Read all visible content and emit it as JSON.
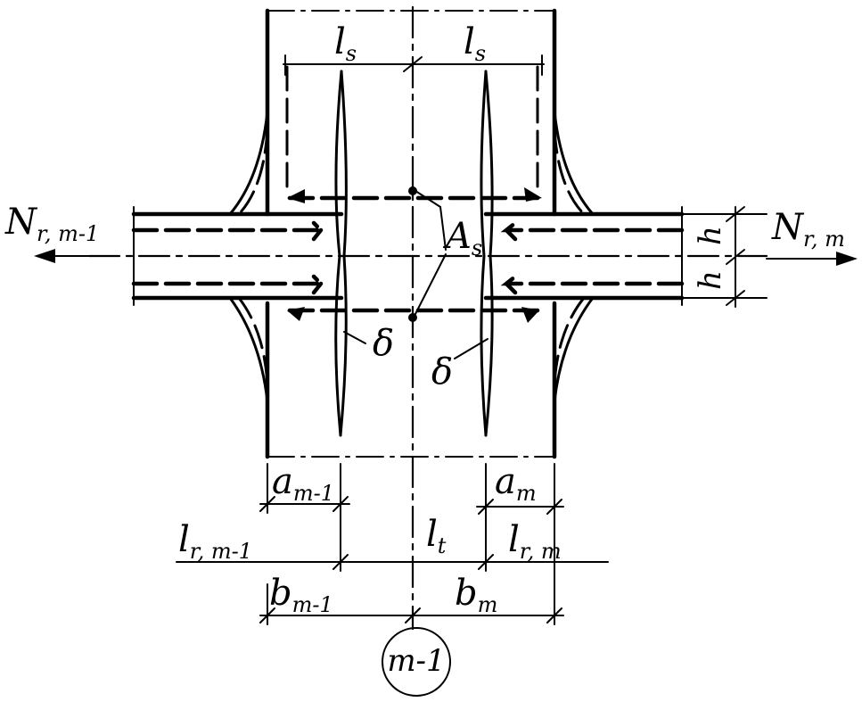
{
  "labels": {
    "ls_left": "l",
    "ls_left_sub": "s",
    "ls_right": "l",
    "ls_right_sub": "s",
    "force_left": "N",
    "force_left_sub": "r, m-1",
    "force_right": "N",
    "force_right_sub": "r, m",
    "as": "A",
    "as_sub": "s",
    "h_top": "h",
    "h_bottom": "h",
    "delta_left": "δ",
    "delta_right": "δ",
    "a_left": "a",
    "a_left_sub": "m-1",
    "a_right": "a",
    "a_right_sub": "m",
    "lr_left": "l",
    "lr_left_sub": "r, m-1",
    "lt": "l",
    "lt_sub": "t",
    "lr_right": "l",
    "lr_right_sub": "r, m",
    "b_left": "b",
    "b_left_sub": "m-1",
    "b_right": "b",
    "b_right_sub": "m",
    "grid_axis": "m-1"
  }
}
